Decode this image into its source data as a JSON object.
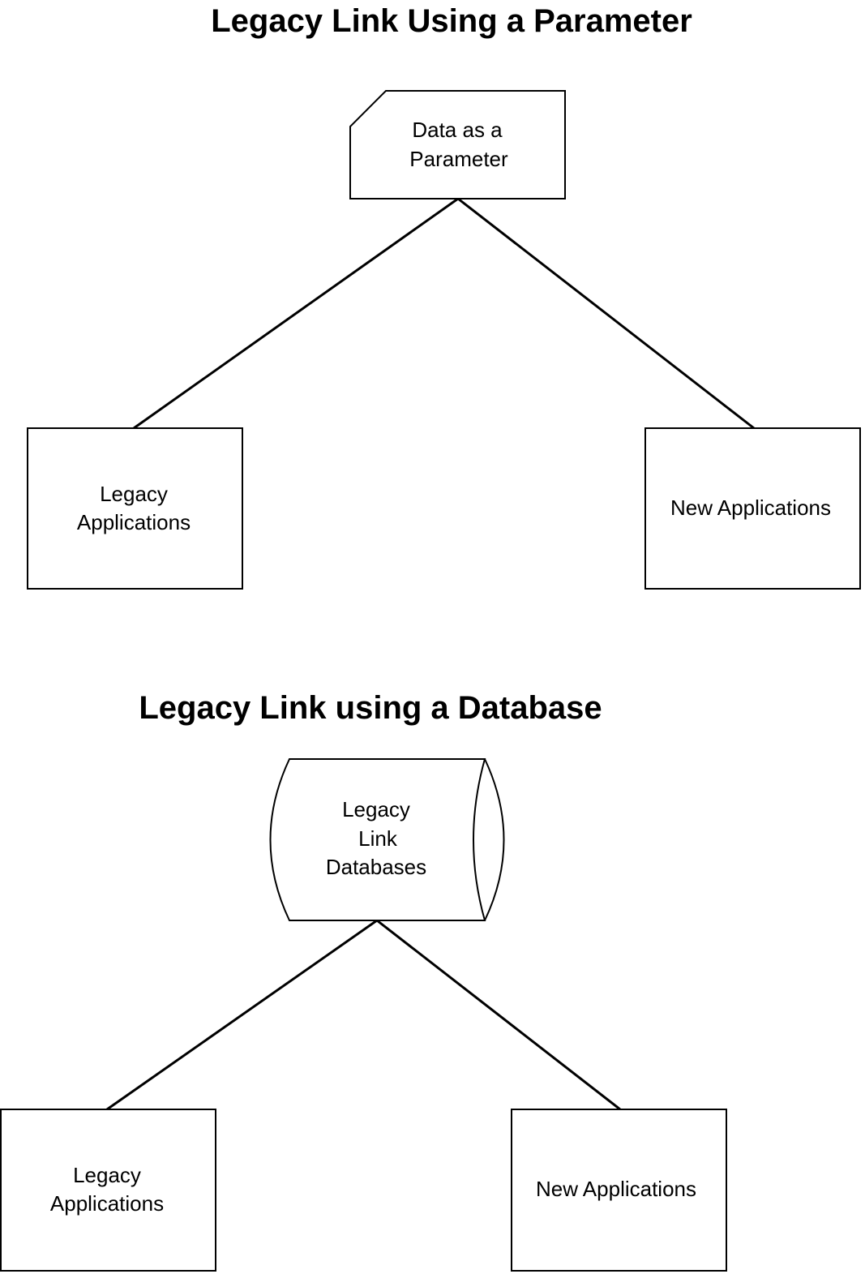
{
  "diagram1": {
    "title": "Legacy Link Using a Parameter",
    "param": {
      "line1": "Data as a",
      "line2": "Parameter",
      "shape": "card-cut-corner"
    },
    "legacy": {
      "line1": "Legacy",
      "line2": "Applications"
    },
    "new": {
      "line1": "New Applications"
    }
  },
  "diagram2": {
    "title": "Legacy Link using a Database",
    "db": {
      "line1": "Legacy",
      "line2": "Link",
      "line3": "Databases",
      "shape": "stored-data"
    },
    "legacy": {
      "line1": "Legacy",
      "line2": "Applications"
    },
    "new": {
      "line1": "New Applications"
    }
  },
  "colors": {
    "stroke": "#000000",
    "background": "#ffffff"
  }
}
